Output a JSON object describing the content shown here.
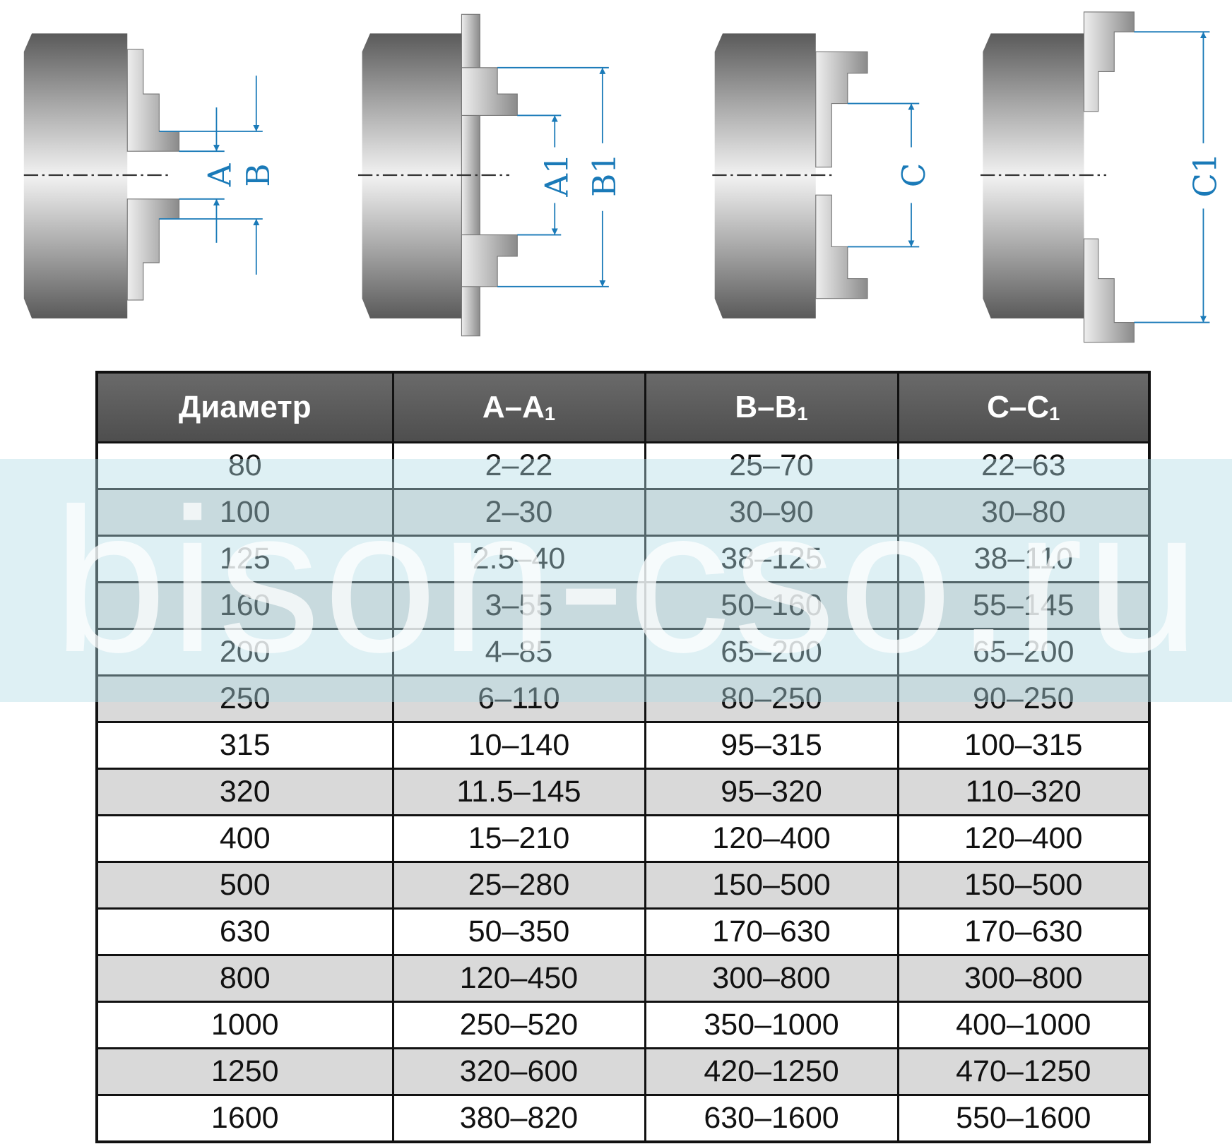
{
  "diagrams": {
    "labels": [
      "A",
      "B",
      "A1",
      "B1",
      "C",
      "C1"
    ]
  },
  "table": {
    "headers": {
      "diameter": "Диаметр",
      "a": "A–A",
      "a_sub": "1",
      "b": "B–B",
      "b_sub": "1",
      "c": "C–C",
      "c_sub": "1"
    },
    "rows": [
      [
        "80",
        "2–22",
        "25–70",
        "22–63"
      ],
      [
        "100",
        "2–30",
        "30–90",
        "30–80"
      ],
      [
        "125",
        "2.5–40",
        "38–125",
        "38–110"
      ],
      [
        "160",
        "3–55",
        "50–160",
        "55–145"
      ],
      [
        "200",
        "4–85",
        "65–200",
        "65–200"
      ],
      [
        "250",
        "6–110",
        "80–250",
        "90–250"
      ],
      [
        "315",
        "10–140",
        "95–315",
        "100–315"
      ],
      [
        "320",
        "11.5–145",
        "95–320",
        "110–320"
      ],
      [
        "400",
        "15–210",
        "120–400",
        "120–400"
      ],
      [
        "500",
        "25–280",
        "150–500",
        "150–500"
      ],
      [
        "630",
        "50–350",
        "170–630",
        "170–630"
      ],
      [
        "800",
        "120–450",
        "300–800",
        "300–800"
      ],
      [
        "1000",
        "250–520",
        "350–1000",
        "400–1000"
      ],
      [
        "1250",
        "320–600",
        "420–1250",
        "470–1250"
      ],
      [
        "1600",
        "380–820",
        "630–1600",
        "550–1600"
      ]
    ]
  },
  "watermark": "bison-cso.ru",
  "colors": {
    "dimension": "#1a7ab8",
    "header_bg": "#595959",
    "alt_row": "#d9d9d9"
  }
}
